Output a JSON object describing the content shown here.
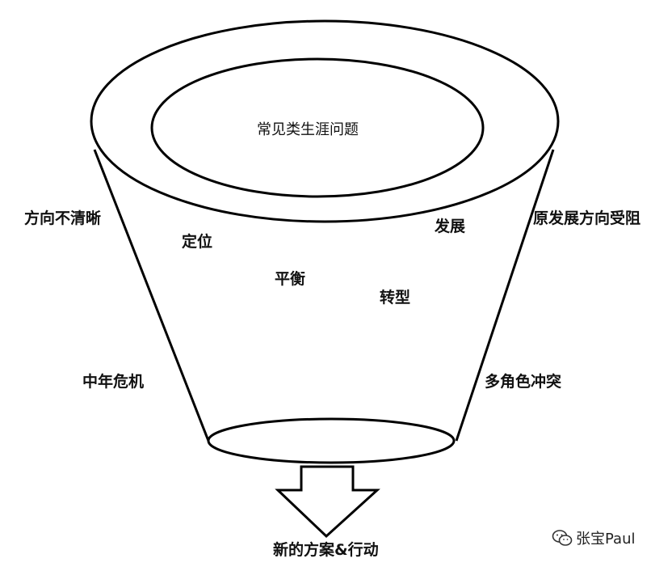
{
  "funnel": {
    "top_label": "常见类生涯问题",
    "outer_left_top": "方向不清晰",
    "outer_right_top": "原发展方向受阻",
    "outer_left_bottom": "中年危机",
    "outer_right_bottom": "多角色冲突",
    "inner_items": [
      "定位",
      "平衡",
      "转型",
      "发展"
    ],
    "output_label": "新的方案&行动"
  },
  "watermark": {
    "text": "张宝Paul",
    "icon": "wechat-icon"
  },
  "colors": {
    "stroke": "#000000",
    "background": "#ffffff"
  }
}
